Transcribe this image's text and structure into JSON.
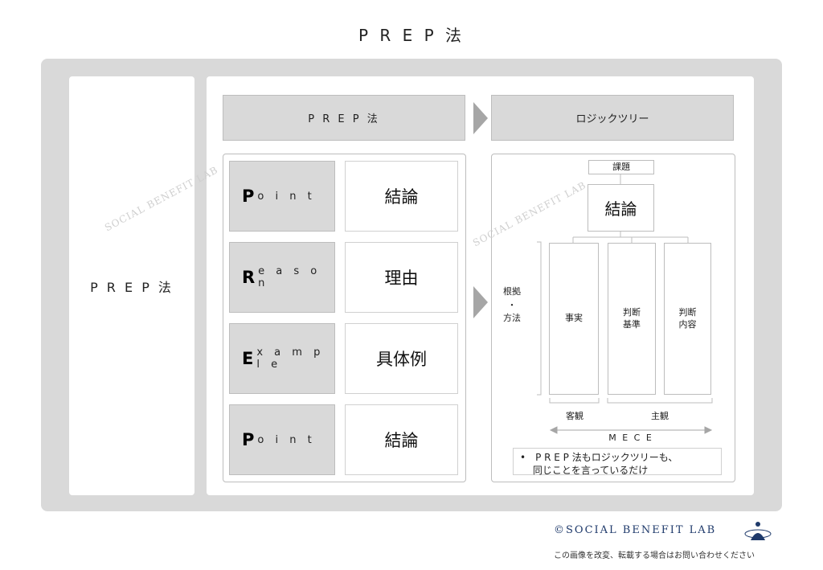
{
  "title": "P R E P 法",
  "left_label": "P R E P 法",
  "header_left": "P R E P 法",
  "header_right": "ロジックツリー",
  "prep_rows": [
    {
      "initial": "P",
      "rest": "o i n t",
      "value": "結論"
    },
    {
      "initial": "R",
      "rest": "e a s o n",
      "value": "理由"
    },
    {
      "initial": "E",
      "rest": "x a m p l e",
      "value": "具体例"
    },
    {
      "initial": "P",
      "rest": "o i n t",
      "value": "結論"
    }
  ],
  "tree": {
    "issue": "課題",
    "conclusion": "結論",
    "side_label": [
      "根拠",
      "・",
      "方法"
    ],
    "columns": [
      "事実",
      "判断\n基準",
      "判断\n内容"
    ],
    "objective": "客観",
    "subjective": "主観",
    "mece": "M E C E"
  },
  "note": {
    "line1": "•　P R E P 法もロジックツリーも、",
    "line2": "　 同じことを言っているだけ"
  },
  "watermark": "SOCIAL BENEFIT LAB",
  "footer": {
    "brand": "©SOCIAL BENEFIT LAB",
    "notice": "この画像を改変、転載する場合はお問い合わせください"
  },
  "colors": {
    "panel_gray": "#d9d9d9",
    "arrow_gray": "#a6a6a6",
    "brand_navy": "#1f3a6b"
  }
}
